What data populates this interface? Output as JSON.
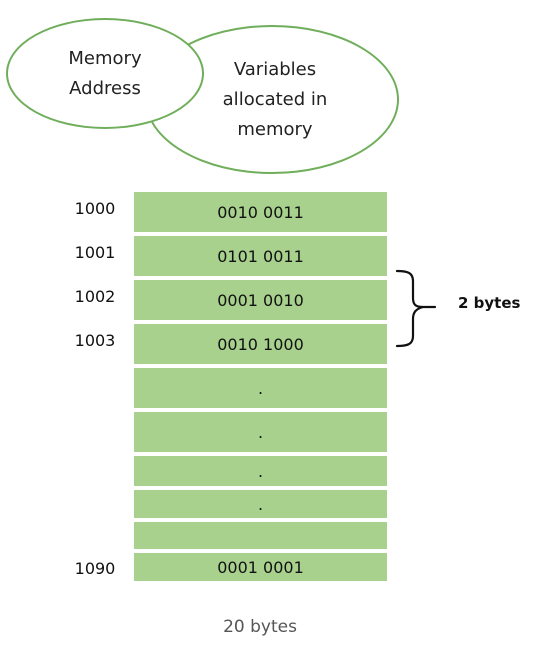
{
  "legend": {
    "memory_address_label": "Memory\nAddress",
    "variables_label": "Variables\nallocated in\nmemory"
  },
  "memory": {
    "cells": [
      {
        "address": "1000",
        "value": "0010 0011"
      },
      {
        "address": "1001",
        "value": "0101 0011"
      },
      {
        "address": "1002",
        "value": "0001 0010"
      },
      {
        "address": "1003",
        "value": "0010 1000"
      },
      {
        "address": "",
        "value": "."
      },
      {
        "address": "",
        "value": "."
      },
      {
        "address": "",
        "value": "."
      },
      {
        "address": "",
        "value": "."
      },
      {
        "address": "",
        "value": ""
      },
      {
        "address": "1090",
        "value": "0001 0001"
      }
    ]
  },
  "annotation": {
    "brace_label": "2 bytes"
  },
  "caption": "20 bytes",
  "colors": {
    "cell_fill": "#a8d18d",
    "ellipse_stroke": "#6fae5a"
  }
}
